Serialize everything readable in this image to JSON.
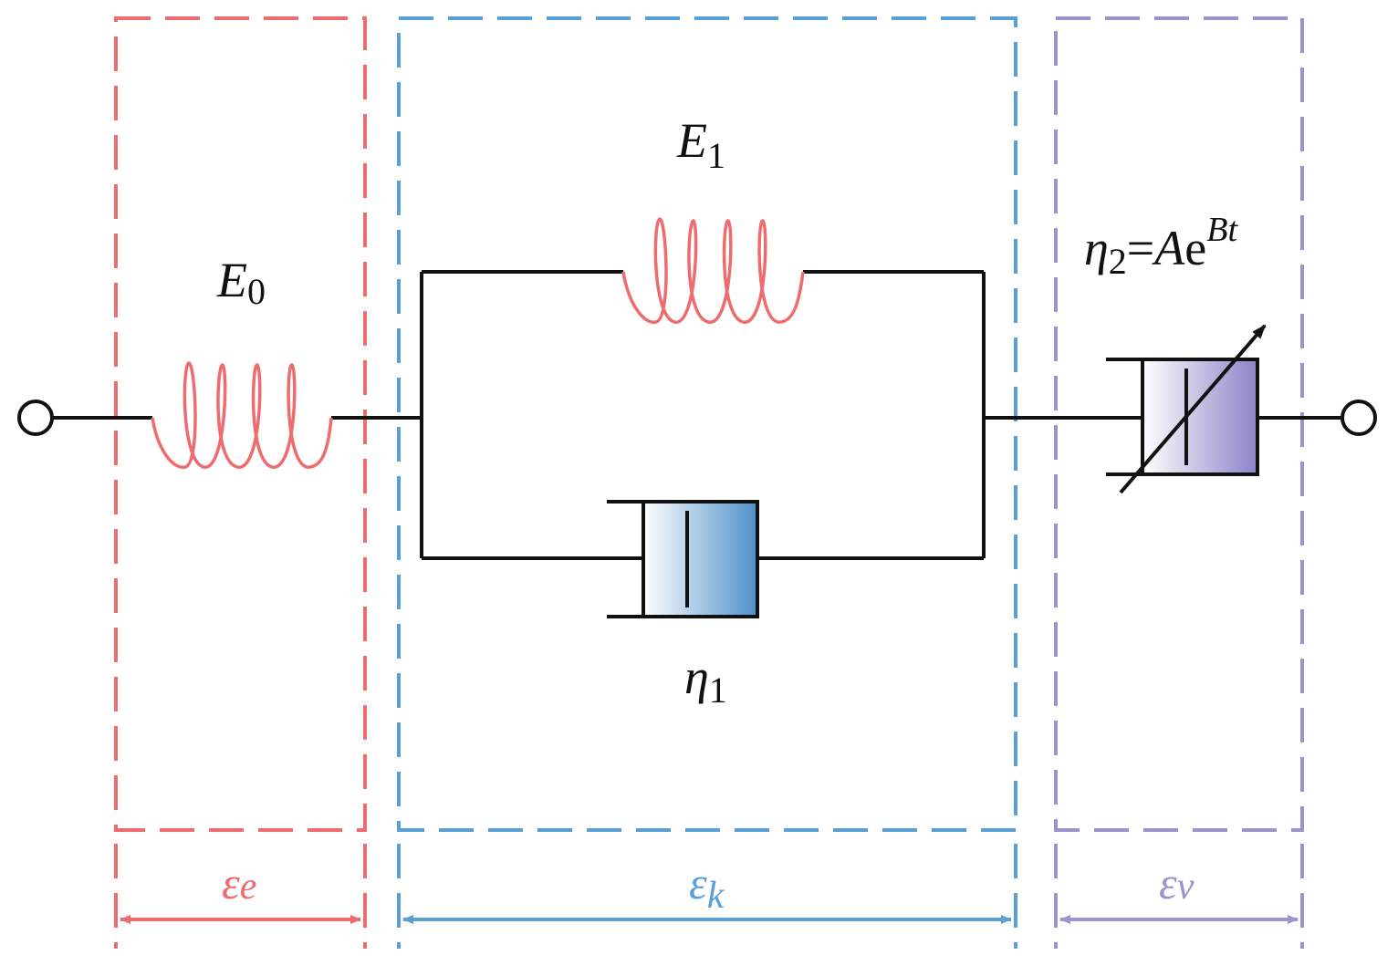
{
  "diagram": {
    "elements": {
      "spring_e0": {
        "symbol": "E",
        "subscript": "0"
      },
      "spring_e1": {
        "symbol": "E",
        "subscript": "1"
      },
      "dashpot_eta1": {
        "symbol": "η",
        "subscript": "1"
      },
      "dashpot_eta2": {
        "symbol": "η",
        "subscript": "2",
        "equals": "=",
        "coef": "A",
        "base": "e",
        "exponent": "Bt"
      }
    },
    "strains": {
      "elastic": {
        "symbol": "ε",
        "subscript": "e"
      },
      "kelvin": {
        "symbol": "ε",
        "subscript": "k"
      },
      "viscous": {
        "symbol": "ε",
        "subscript": "v"
      }
    },
    "colors": {
      "elastic_group": "#ee6b6e",
      "kelvin_group": "#5aa0d8",
      "viscous_group": "#9a93cc",
      "wire": "#111111",
      "spring": "#ee6b6e"
    }
  }
}
